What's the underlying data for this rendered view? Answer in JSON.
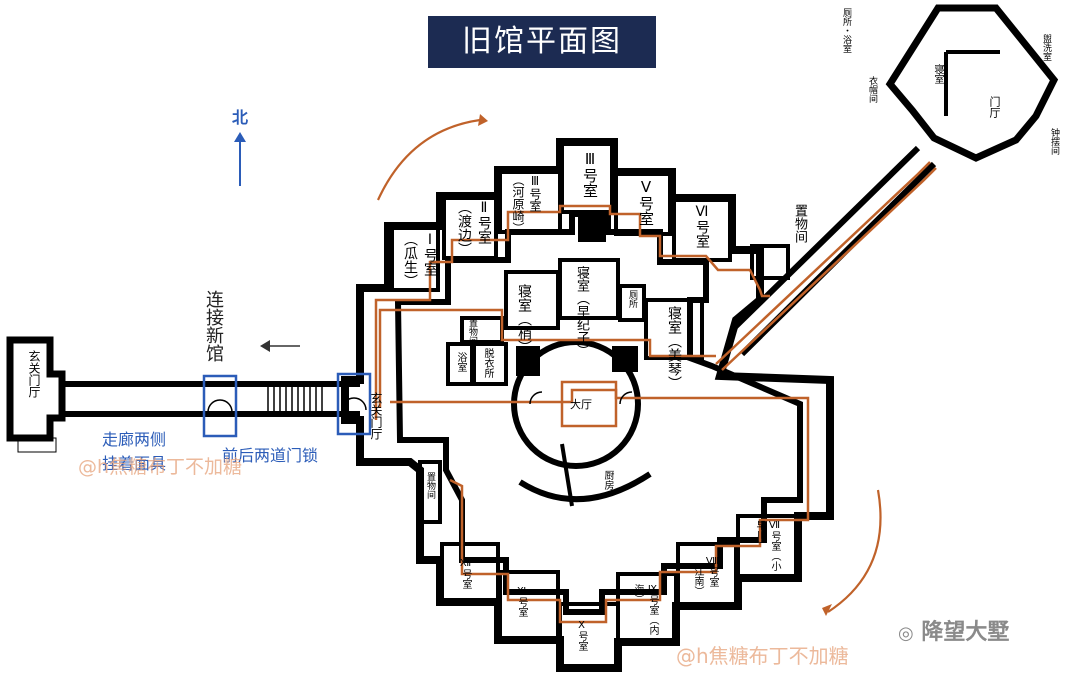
{
  "title": "旧馆平面图",
  "north_label": "北",
  "link_label": "连接新馆",
  "annotations": {
    "corridor_masks": "走廊两侧\n挂着面具",
    "double_lock": "前后两道门锁"
  },
  "watermarks": [
    "@h焦糖布丁不加糖",
    "@h焦糖布丁不加糖"
  ],
  "logo_text": "降望大墅",
  "rooms": {
    "entrance_left": "玄关门厅",
    "entrance_main": "玄关门厅",
    "hall": "大厅",
    "kitchen": "厨房",
    "bath": "浴室",
    "dressing": "脱衣所",
    "storage_small": "置物间",
    "storage_lower": "置物间",
    "storage_right": "置物间",
    "toilet": "厕所",
    "bedroom_shao": "寝室（梢）",
    "bedroom_saki": "寝室（早纪子）",
    "bedroom_miki": "寝室（美琴）",
    "r1": "Ⅰ号室（瓜生）",
    "r2": "Ⅱ号室（渡边）",
    "r3": "Ⅲ号室（河原崎）",
    "r4": "Ⅲ号室",
    "r5": "Ⅴ号室",
    "r6": "Ⅵ号室",
    "r7": "Ⅶ号室（小早川）",
    "r8": "Ⅷ号室（江南）",
    "r9": "Ⅸ号室（内海）",
    "r10": "Ⅹ号室",
    "r11": "Ⅺ号室",
    "r12": "Ⅻ号室",
    "tower_bedroom": "寝室",
    "tower_hall": "门厅",
    "tower_toilet_bath": "厕所・浴室",
    "tower_closet": "衣帽间",
    "tower_wash": "盥洗室",
    "tower_clock": "钟摆间"
  },
  "colors": {
    "title_bg": "#1c2b52",
    "route": "#c0622a",
    "blue": "#2b5cb8",
    "wall": "#000000"
  }
}
